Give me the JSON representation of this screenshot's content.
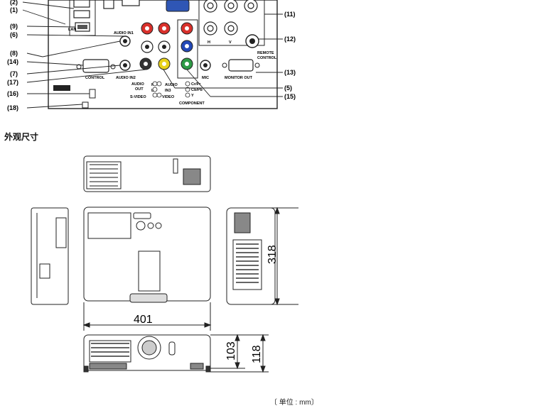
{
  "panel": {
    "callouts_left": [
      {
        "label": "(2)"
      },
      {
        "label": "(1)"
      },
      {
        "label": "(9)"
      },
      {
        "label": "(6)"
      },
      {
        "label": "(8)"
      },
      {
        "label": "(14)"
      },
      {
        "label": "(7)"
      },
      {
        "label": "(17)"
      },
      {
        "label": "(16)"
      },
      {
        "label": "(18)"
      }
    ],
    "callouts_right": [
      {
        "label": "(11)"
      },
      {
        "label": "(12)"
      },
      {
        "label": "(13)"
      },
      {
        "label": "(5)"
      },
      {
        "label": "(15)"
      }
    ],
    "ports": {
      "lan": "LAN",
      "audio_in1": "AUDIO IN1",
      "audio_in2": "AUDIO IN2",
      "control": "CONTROL",
      "audio_out": "AUDIO\nOUT",
      "r1": "R",
      "l1": "L",
      "audio_in3": "AUDIO\nIN3",
      "svideo": "S-VIDEO",
      "video": "VIDEO",
      "crpr": "Cr/Pr",
      "cbpb": "Cb/Pb",
      "y": "Y",
      "component": "COMPONENT",
      "h": "H",
      "v": "V",
      "remote": "REMOTE\nCONTROL",
      "mic": "MIC",
      "monitor_out": "MONITOR OUT"
    }
  },
  "section_title": "外观尺寸",
  "dimensions": {
    "depth": "318",
    "width": "401",
    "height_body": "103",
    "height_total": "118"
  },
  "unit_note": "〔 单位 : mm〕",
  "colors": {
    "red": "#d9302b",
    "blue": "#2449b8",
    "green": "#2f9a46",
    "yellow": "#e8d21a",
    "line": "#222222",
    "vga": "#2f56b5"
  }
}
